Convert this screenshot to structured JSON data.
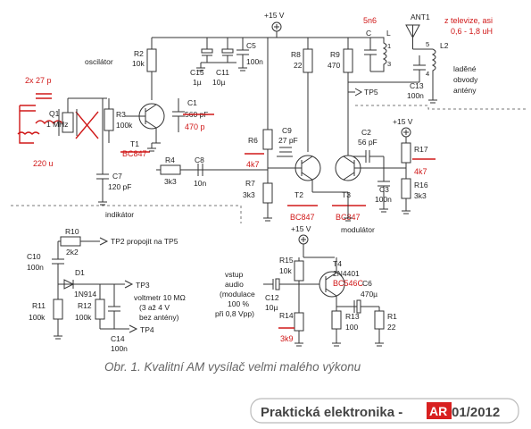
{
  "schematic": {
    "supply_label": "+15 V",
    "blocks": {
      "oscillator": "oscilátor",
      "indicator": "indikátor",
      "modulator": "modulátor",
      "tuned_circuits": [
        "laděné",
        "obvody",
        "antény"
      ]
    },
    "annotations": {
      "crystal_caps": "2x 27 p",
      "crystal_choke": "220 u",
      "c1_new": "470 p",
      "t1_new": "BC847",
      "r6_new": "4k7",
      "t2_new": "BC847",
      "t3_new": "BC847",
      "r17_new": "4k7",
      "t4_new": "BC546C",
      "r14_new": "3k9",
      "l_value": "5n6",
      "antenna_note": [
        "z televize, asi",
        "0,6 - 1,8 uH"
      ]
    },
    "components": {
      "r2": [
        "R2",
        "10k"
      ],
      "r3": [
        "R3",
        "100k"
      ],
      "r4": [
        "R4",
        "3k3"
      ],
      "r6": [
        "R6"
      ],
      "r7": [
        "R7",
        "3k3"
      ],
      "r8": [
        "R8",
        "22"
      ],
      "r9": [
        "R9",
        "470"
      ],
      "r10": [
        "R10",
        "2k2"
      ],
      "r11": [
        "R11",
        "100k"
      ],
      "r12": [
        "R12",
        "100k"
      ],
      "r13": [
        "R13",
        "100"
      ],
      "r14": [
        "R14"
      ],
      "r15": [
        "R15",
        "10k"
      ],
      "r16": [
        "R16",
        "3k3"
      ],
      "r17": [
        "R17"
      ],
      "r1": [
        "R1",
        "22"
      ],
      "c1": [
        "C1",
        "560 pF"
      ],
      "c2": [
        "C2",
        "56 pF"
      ],
      "c3": [
        "C3",
        "100n"
      ],
      "c5": [
        "C5",
        "100n"
      ],
      "c6": [
        "C6",
        "470µ"
      ],
      "c7": [
        "C7",
        "120 pF"
      ],
      "c8": [
        "C8",
        "10n"
      ],
      "c9": [
        "C9",
        "27 pF"
      ],
      "c10": [
        "C10",
        "100n"
      ],
      "c11": [
        "C11",
        "10µ"
      ],
      "c12": [
        "C12",
        "10µ"
      ],
      "c13": [
        "C13",
        "100n"
      ],
      "c14": [
        "C14",
        "100n"
      ],
      "c15": [
        "C15",
        "1µ"
      ],
      "c": [
        "C"
      ],
      "l": [
        "L"
      ],
      "l2": [
        "L2"
      ],
      "q1": [
        "Q1",
        "1 MHz"
      ],
      "d1": [
        "D1",
        "1N914"
      ],
      "ant1": "ANT1",
      "t1": "T1",
      "t2": "T2",
      "t3": "T3",
      "t4": [
        "T4",
        "2N4401"
      ],
      "tp5": "TP5",
      "pins": [
        "1",
        "3",
        "5",
        "4"
      ]
    },
    "test_points": {
      "tp2": "TP2 propojit na TP5",
      "tp3": "TP3",
      "tp4": "TP4"
    },
    "voltmeter": [
      "voltmetr 10 MΩ",
      "(3 až 4 V",
      "bez antény)"
    ],
    "audio_input": [
      "vstup",
      "audio",
      "(modulace",
      "100 %",
      "při 0,8 Vpp)"
    ],
    "caption": "Obr. 1. Kvalitní AM vysílač velmi malého výkonu"
  },
  "footer": {
    "magazine": "Praktická elektronika - ",
    "badge": "AR",
    "issue": " 01/2012"
  },
  "colors": {
    "ink": "#333333",
    "annotation_red": "#d01818",
    "badge_bg": "#d82020",
    "caption_gray": "#666666"
  }
}
